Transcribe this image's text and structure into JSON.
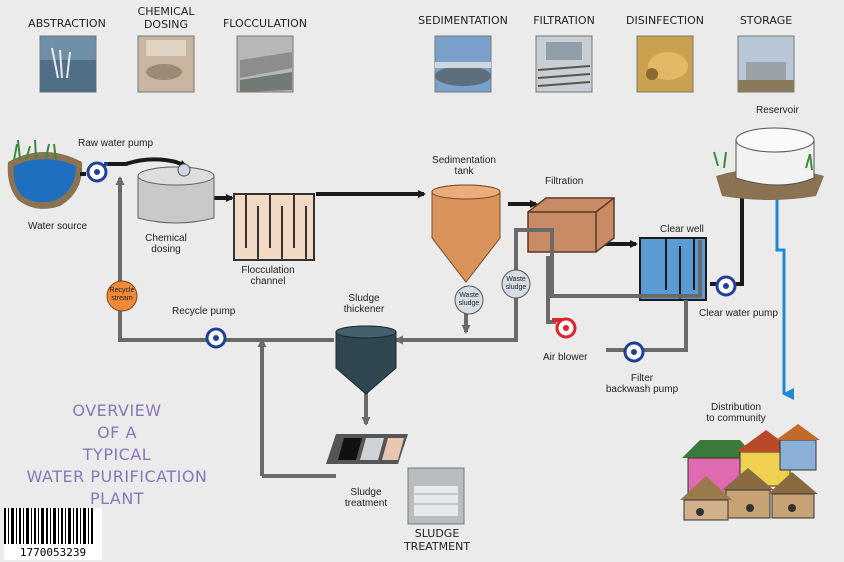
{
  "stages": [
    {
      "id": "abstraction",
      "label": "ABSTRACTION"
    },
    {
      "id": "chemical-dosing",
      "label": "CHEMICAL\nDOSING"
    },
    {
      "id": "flocculation",
      "label": "FLOCCULATION"
    },
    {
      "id": "sedimentation",
      "label": "SEDIMENTATION"
    },
    {
      "id": "filtration",
      "label": "FILTRATION"
    },
    {
      "id": "disinfection",
      "label": "DISINFECTION"
    },
    {
      "id": "storage",
      "label": "STORAGE"
    }
  ],
  "sludge_treatment_label": "SLUDGE\nTREATMENT",
  "labels": {
    "raw_water_pump": "Raw water pump",
    "water_source": "Water source",
    "chemical_dosing": "Chemical\ndosing",
    "flocculation_channel": "Flocculation\nchannel",
    "sedimentation_tank": "Sedimentation\ntank",
    "filtration": "Filtration",
    "clear_well": "Clear well",
    "clear_water_pump": "Clear water pump",
    "reservoir": "Reservoir",
    "recycle_stream": "Recycle\nstream",
    "recycle_pump": "Recycle pump",
    "sludge_thickener": "Sludge\nthickener",
    "waste_sludge_1": "Waste\nsludge",
    "waste_sludge_2": "Waste\nsludge",
    "air_blower": "Air blower",
    "filter_backwash_pump": "Filter\nbackwash pump",
    "distribution": "Distribution\nto community",
    "sludge_treatment": "Sludge\ntreatment"
  },
  "title_lines": [
    "OVERVIEW",
    "OF A",
    "TYPICAL",
    "WATER PURIFICATION",
    "PLANT"
  ],
  "barcode_number": "1770053239",
  "colors": {
    "title": "#8878b8",
    "pipe_main": "#1a1a1a",
    "pipe_return": "#6a6a6a",
    "distribution_arrow": "#1e8ad6",
    "sedimentation_tank": "#d9935a",
    "filter": "#c98a66",
    "clear_well": "#5b9bd5",
    "thickener": "#2f4650",
    "recycle_node": "#f08a3a",
    "pump": "#1f3f9a",
    "air_blower": "#e0222a"
  }
}
